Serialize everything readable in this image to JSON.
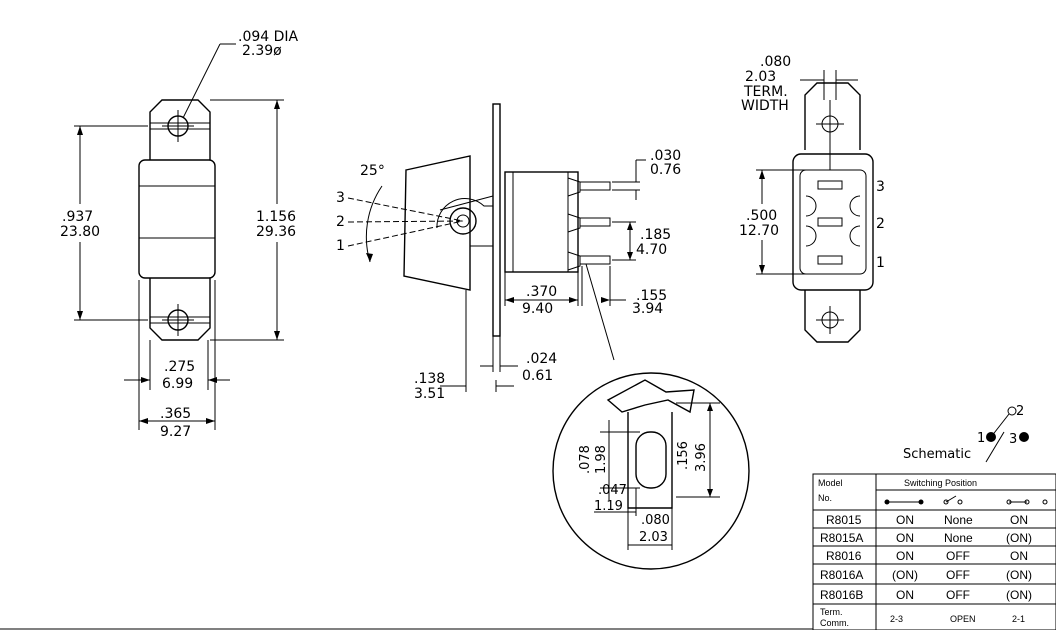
{
  "colors": {
    "line": "#000000",
    "background": "#ffffff"
  },
  "front_view": {
    "hole_dia_in": ".094 DIA",
    "hole_dia_mm": "2.39ø",
    "pitch_in": ".937",
    "pitch_mm": "23.80",
    "length_in": "1.156",
    "length_mm": "29.36",
    "body_width_in": ".275",
    "body_width_mm": "6.99",
    "width_in": ".365",
    "width_mm": "9.27"
  },
  "side_view": {
    "angle": "25°",
    "pos3": "3",
    "pos2": "2",
    "pos1": "1",
    "pin_thk_in": ".030",
    "pin_thk_mm": "0.76",
    "pin_pitch_in": ".185",
    "pin_pitch_mm": "4.70",
    "body_len_in": ".370",
    "body_len_mm": "9.40",
    "pin_len_in": ".155",
    "pin_len_mm": "3.94",
    "panel_in": ".024",
    "panel_mm": "0.61",
    "bushing_in": ".138",
    "bushing_mm": "3.51"
  },
  "end_view": {
    "term_width_in": ".080",
    "term_width_mm": "2.03",
    "term_label": "TERM.",
    "width_label": "WIDTH",
    "spacing_in": ".500",
    "spacing_mm": "12.70",
    "t3": "3",
    "t2": "2",
    "t1": "1"
  },
  "detail": {
    "slot_len_in": ".078",
    "slot_len_mm": "1.98",
    "term_len_in": ".156",
    "term_len_mm": "3.96",
    "slot_w_in": ".047",
    "slot_w_mm": "1.19",
    "term_w_in": ".080",
    "term_w_mm": "2.03"
  },
  "schematic": {
    "label": "Schematic",
    "n1": "1",
    "n2": "2",
    "n3": "3"
  },
  "table": {
    "model_header": "Model",
    "no_header": "No.",
    "switching_header": "Switching Position",
    "rows": [
      {
        "model": "R8015",
        "c1": "ON",
        "c2": "None",
        "c3": "ON"
      },
      {
        "model": "R8015A",
        "c1": "ON",
        "c2": "None",
        "c3": "(ON)"
      },
      {
        "model": "R8016",
        "c1": "ON",
        "c2": "OFF",
        "c3": "ON"
      },
      {
        "model": "R8016A",
        "c1": "(ON)",
        "c2": "OFF",
        "c3": "(ON)"
      },
      {
        "model": "R8016B",
        "c1": "ON",
        "c2": "OFF",
        "c3": "(ON)"
      }
    ],
    "term_comm_1": "Term.",
    "term_comm_2": "Comm.",
    "tc1": "2-3",
    "tc2": "OPEN",
    "tc3": "2-1"
  }
}
